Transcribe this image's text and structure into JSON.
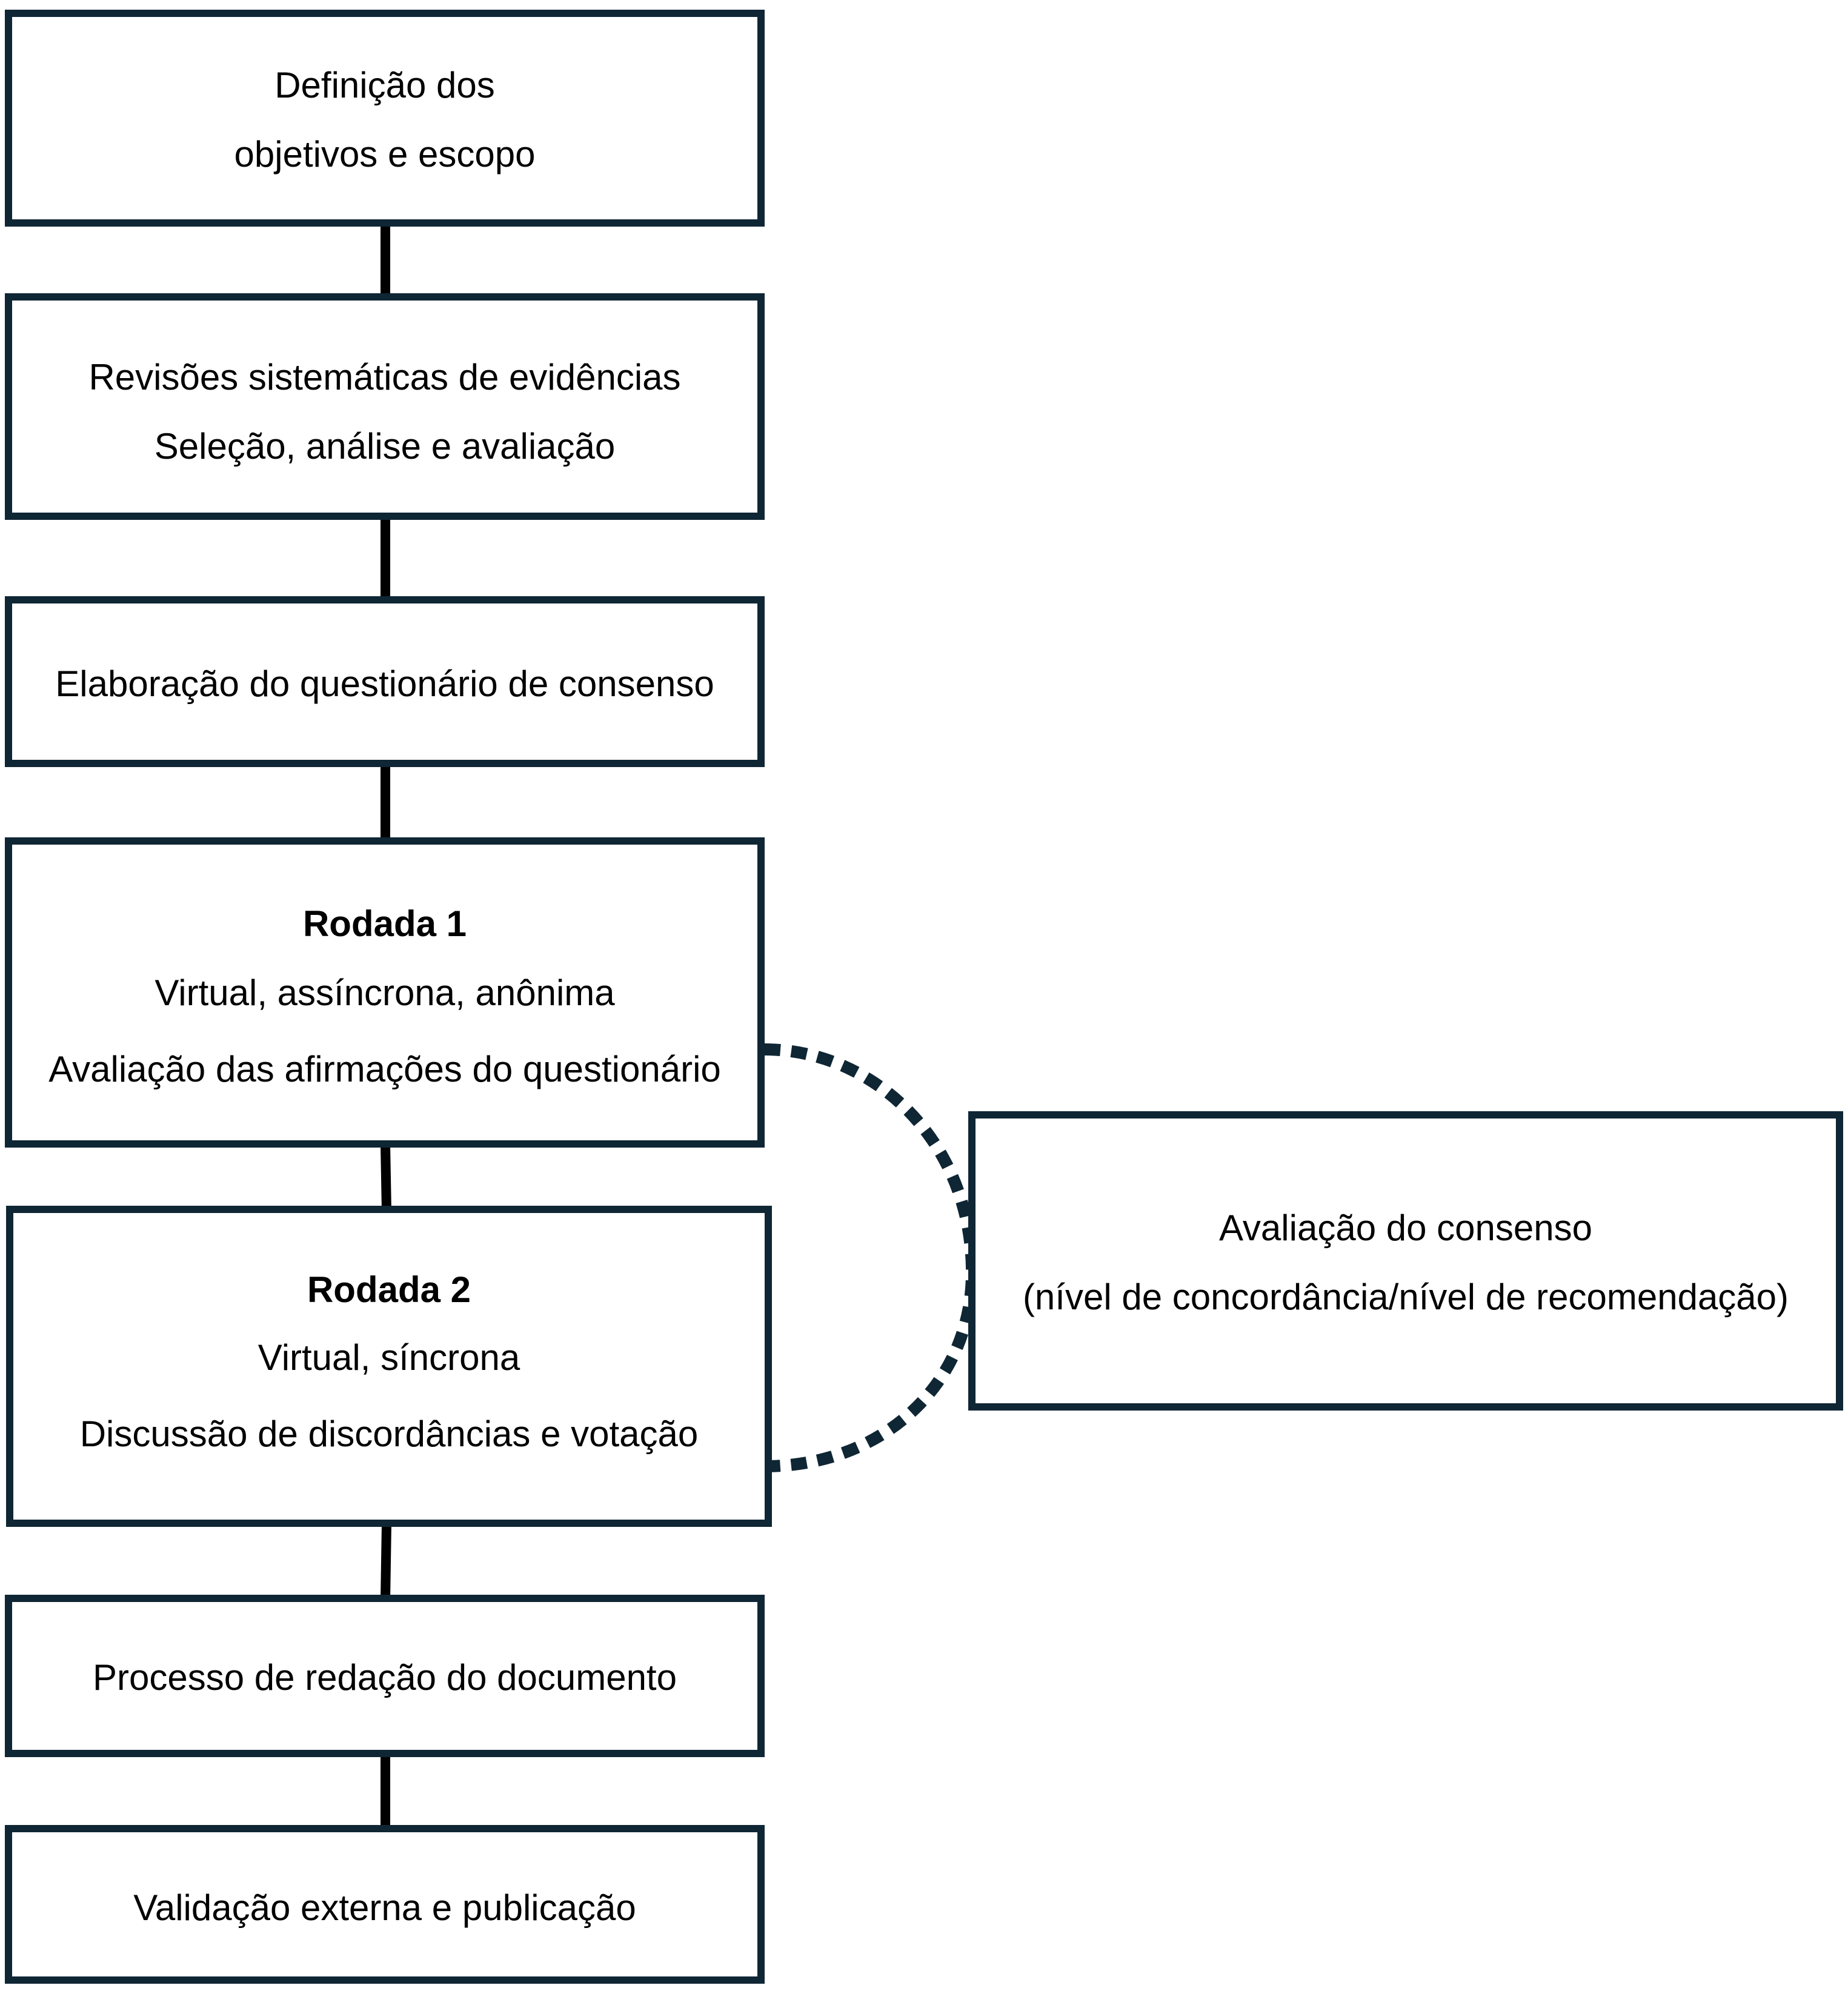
{
  "diagram": {
    "colors": {
      "border": "#0f2634",
      "connector": "#000000",
      "dotted_connector": "#0f2634",
      "background": "#ffffff"
    },
    "steps": [
      {
        "lines": [
          "Definição dos",
          "objetivos e escopo"
        ]
      },
      {
        "lines": [
          "Revisões sistemáticas de evidências",
          "Seleção, análise e avaliação"
        ]
      },
      {
        "lines": [
          "Elaboração do questionário de consenso"
        ]
      },
      {
        "title": "Rodada 1",
        "lines": [
          "Virtual, assíncrona, anônima",
          "Avaliação das afirmações do questionário"
        ]
      },
      {
        "title": "Rodada 2",
        "lines": [
          "Virtual, síncrona",
          "Discussão de discordâncias e votação"
        ]
      },
      {
        "lines": [
          "Processo de redação do documento"
        ]
      },
      {
        "lines": [
          "Validação externa e publicação"
        ]
      }
    ],
    "side_box": {
      "lines": [
        "Avaliação do consenso",
        "(nível de concordância/nível de recomendação)"
      ]
    }
  }
}
